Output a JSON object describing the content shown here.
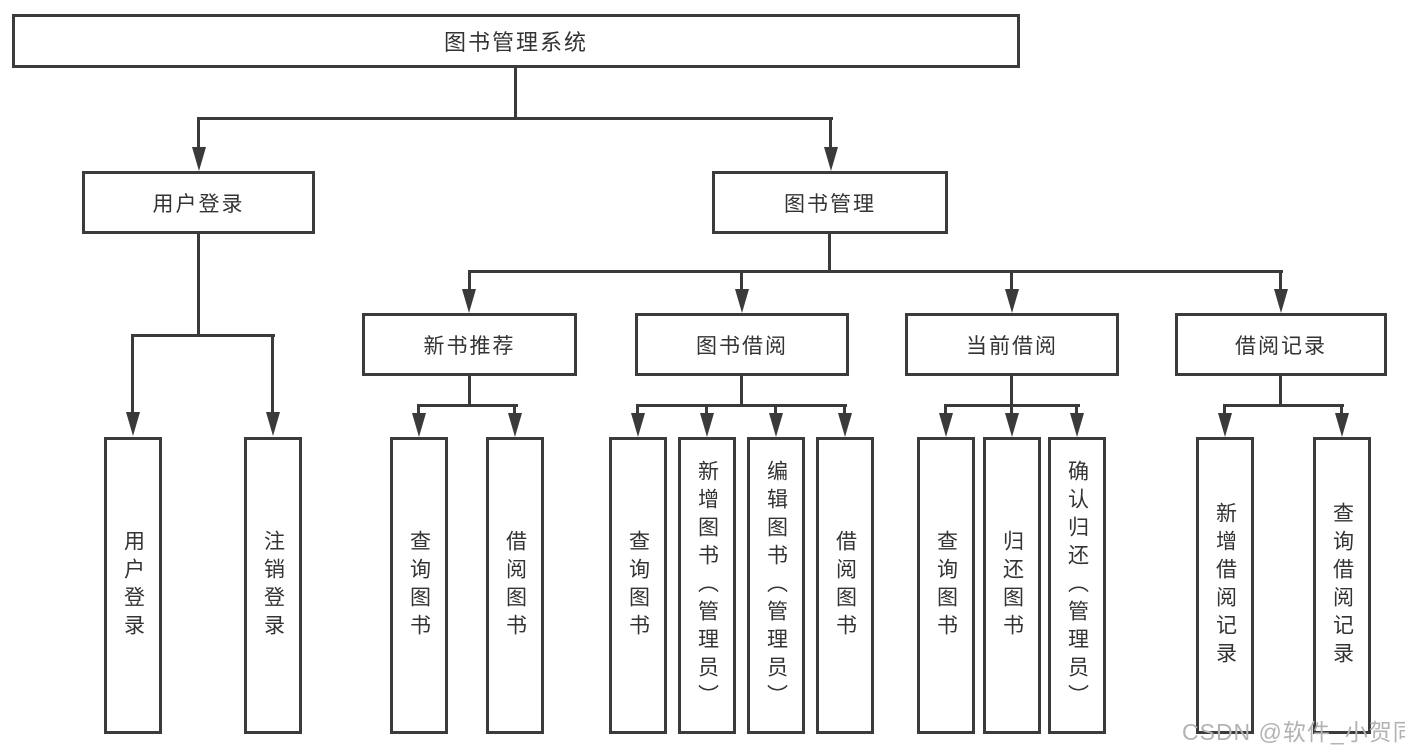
{
  "title": "图书管理系统",
  "watermark": "CSDN @软件_小贺同学",
  "colors": {
    "line": "#3a3a3a",
    "box_border": "#3b3b3b",
    "text": "#333333",
    "watermark": "#b3b3b3",
    "background": "#ffffff"
  },
  "chart_data": {
    "type": "tree-diagram",
    "title": "图书管理系统"
  },
  "tree": {
    "label": "图书管理系统",
    "children": [
      {
        "label": "用户登录",
        "children": [
          {
            "label": "用户登录"
          },
          {
            "label": "注销登录"
          }
        ]
      },
      {
        "label": "图书管理",
        "children": [
          {
            "label": "新书推荐",
            "children": [
              {
                "label": "查询图书"
              },
              {
                "label": "借阅图书"
              }
            ]
          },
          {
            "label": "图书借阅",
            "children": [
              {
                "label": "查询图书"
              },
              {
                "label": "新增图书（管理员）"
              },
              {
                "label": "编辑图书（管理员）"
              },
              {
                "label": "借阅图书"
              }
            ]
          },
          {
            "label": "当前借阅",
            "children": [
              {
                "label": "查询图书"
              },
              {
                "label": "归还图书"
              },
              {
                "label": "确认归还（管理员）"
              }
            ]
          },
          {
            "label": "借阅记录",
            "children": [
              {
                "label": "新增借阅记录"
              },
              {
                "label": "查询借阅记录"
              }
            ]
          }
        ]
      }
    ]
  }
}
